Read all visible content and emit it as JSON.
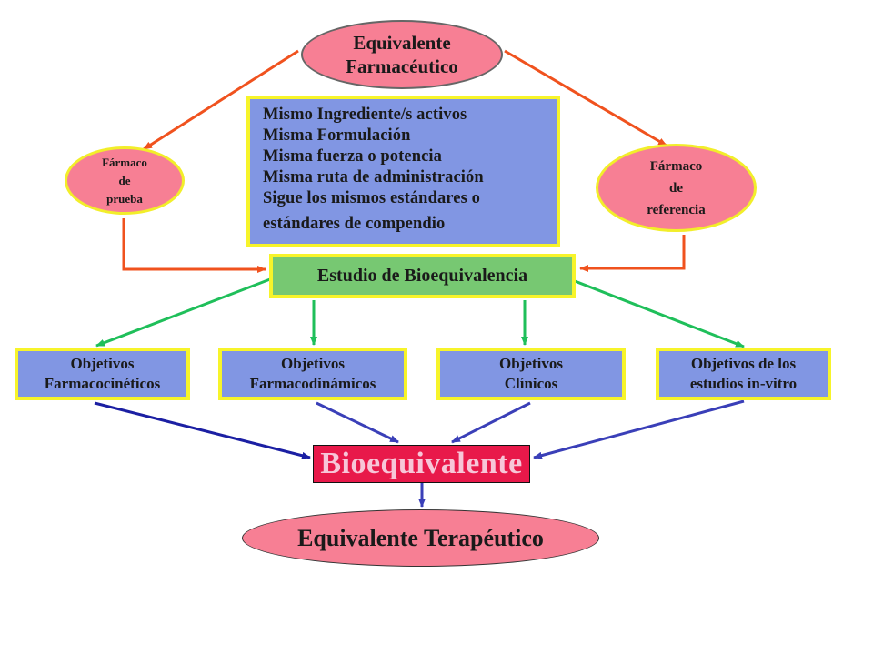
{
  "diagram": {
    "top_node": [
      "Equivalente",
      "Farmacéutico"
    ],
    "test_drug": [
      "Fármaco",
      "de",
      "prueba"
    ],
    "reference_drug": [
      "Fármaco",
      "de",
      "referencia"
    ],
    "criteria": [
      "Mismo Ingrediente/s activos",
      "Misma Formulación",
      "Misma fuerza o potencia",
      "Misma ruta de administración",
      "Sigue los mismos estándares o",
      "estándares de compendio"
    ],
    "study": "Estudio de Bioequivalencia",
    "objectives": {
      "pk": [
        "Objetivos",
        "Farmacocinéticos"
      ],
      "pd": [
        "Objetivos",
        "Farmacodinámicos"
      ],
      "clinical": [
        "Objetivos",
        "Clínicos"
      ],
      "invitro": [
        "Objetivos de los",
        "estudios in-vitro"
      ]
    },
    "result": "Bioequivalente",
    "outcome": "Equivalente Terapéutico"
  },
  "colors": {
    "ellipse_fill": "#f77f94",
    "ellipse_border": "#f2ee2a",
    "criteria_fill": "#8196e3",
    "study_fill": "#77c872",
    "box_border": "#f7f42a",
    "result_fill": "#e8194a",
    "result_text": "#f7c6d8",
    "arrow_orange": "#f0521e",
    "arrow_green": "#1fbf5a",
    "arrow_blue": "#3a3fb8"
  }
}
